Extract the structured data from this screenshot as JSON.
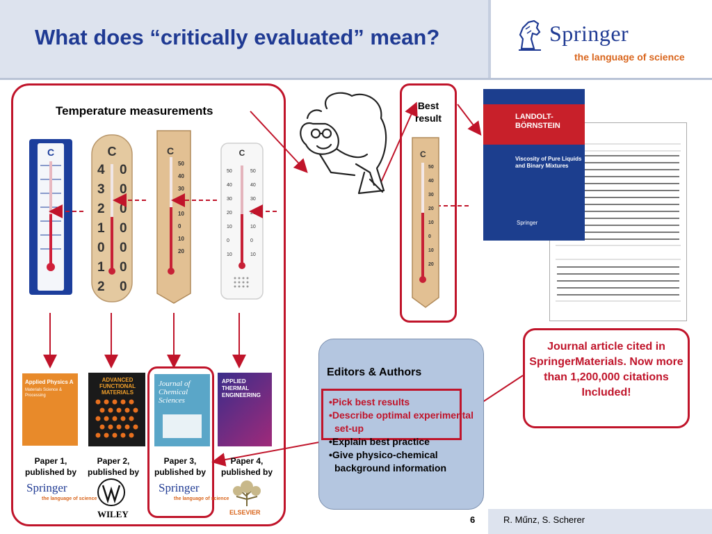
{
  "slide": {
    "title": "What does “critically evaluated” mean?",
    "page_number": "6",
    "authors": "R. Műnz, S. Scherer"
  },
  "logo": {
    "name": "Springer",
    "tagline": "the language of science"
  },
  "measurements": {
    "label": "Temperature  measurements"
  },
  "best": {
    "label": "Best result"
  },
  "covers": [
    {
      "title": "Applied Physics A",
      "subtitle": "Materials Science & Processing"
    },
    {
      "title": "ADVANCED FUNCTIONAL MATERIALS"
    },
    {
      "title": "Journal of Chemical Sciences"
    },
    {
      "title": "APPLIED THERMAL ENGINEERING"
    }
  ],
  "papers": [
    {
      "label": "Paper 1, published by",
      "publisher": "Springer",
      "publisher_tag": "the language of science"
    },
    {
      "label": "Paper 2, published by",
      "publisher": "WILEY"
    },
    {
      "label": "Paper 3, published by",
      "publisher": "Springer",
      "publisher_tag": "the language of science"
    },
    {
      "label": "Paper 4, published by",
      "publisher": "ELSEVIER"
    }
  ],
  "handbook": {
    "series": "LANDOLT-BÖRNSTEIN",
    "volume_title": "Viscosity of Pure Liquids and Binary Mixtures",
    "publisher": "Springer"
  },
  "editors": {
    "title": "Editors & Authors",
    "bullets": [
      "•Pick best results",
      "•Describe optimal experimental set-up",
      "•Explain best practice",
      "•Give physico-chemical background information"
    ]
  },
  "citation": {
    "text": "Journal article cited in SpringerMaterials. Now more than 1,200,000 citations Included!"
  },
  "colors": {
    "accent_red": "#c0142a",
    "title_blue": "#1f3a93",
    "header_bg": "#dde3ee",
    "editor_box": "#b4c6e0",
    "springer_orange": "#d9651c"
  }
}
